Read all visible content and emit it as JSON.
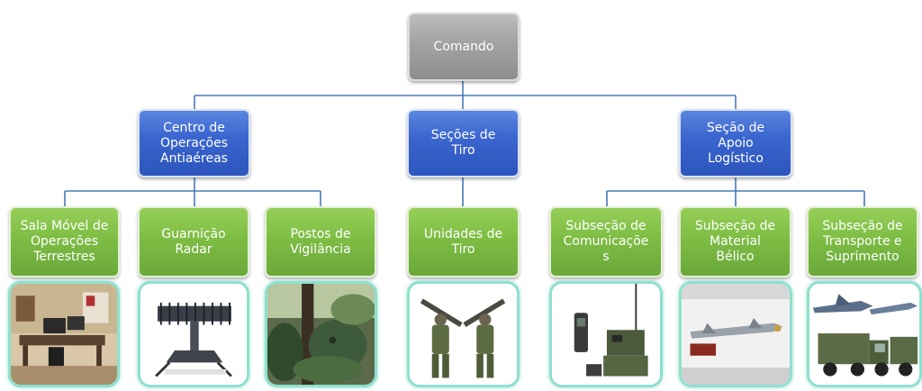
{
  "root": {
    "label": "Comando"
  },
  "branches": [
    {
      "label": "Centro de\nOperações\nAntiaéreas"
    },
    {
      "label": "Seções de\nTiro"
    },
    {
      "label": "Seção de\nApoio\nLogístico"
    }
  ],
  "units": [
    {
      "label": "Sala Móvel de\nOperações\nTerrestres",
      "image": "mobile-operations-room"
    },
    {
      "label": "Guarnição\nRadar",
      "image": "radar-array"
    },
    {
      "label": "Postos de\nVigilância",
      "image": "camouflaged-post"
    },
    {
      "label": "Unidades de\nTiro",
      "image": "missile-soldiers"
    },
    {
      "label": "Subseção de\nComunicaçõe\ns",
      "image": "radio-equipment"
    },
    {
      "label": "Subseção de\nMaterial\nBélico",
      "image": "missile-ordnance"
    },
    {
      "label": "Subseção de\nTransporte e\nSuprimento",
      "image": "aircraft-and-trucks"
    }
  ],
  "colors": {
    "root": "#9e9e9e",
    "branch": "#3b66cf",
    "unit": "#7ebd44",
    "connector": "#4a7ab8",
    "photo_border": "#8fe0cf"
  }
}
